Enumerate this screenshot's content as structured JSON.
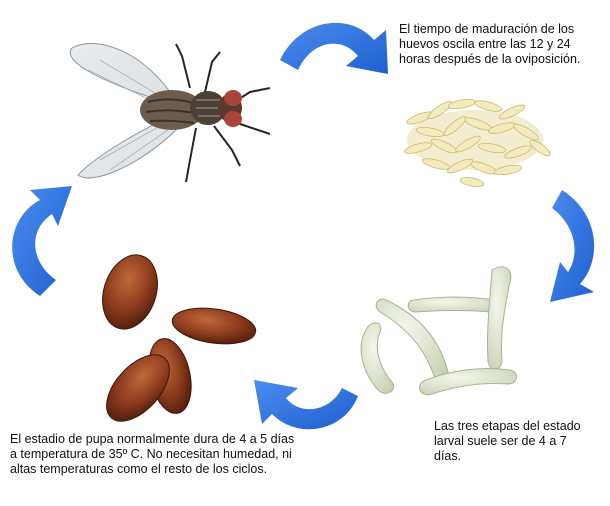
{
  "captions": {
    "eggs": "El tiempo de maduración de los huevos  oscila entre las 12 y 24 horas después de la oviposición.",
    "larva": "Las tres etapas del estado larval suele ser de 4 a 7 días.",
    "pupa": "El estadio de pupa normalmente dura de 4 a 5 días a temperatura de 35º C. No necesitan humedad, ni altas temperaturas como el resto de los ciclos."
  },
  "colors": {
    "arrow": "#1f5fd0",
    "arrow_highlight": "#4b8cf0",
    "egg": "#f1e8b4",
    "larva": "#dfe6cf",
    "pupa": "#8a3a1c",
    "fly_body": "#4a4038"
  },
  "icons": [
    "house-fly-illustration",
    "egg-cluster-illustration",
    "larvae-illustration",
    "pupae-illustration",
    "cycle-arrow-icon"
  ]
}
